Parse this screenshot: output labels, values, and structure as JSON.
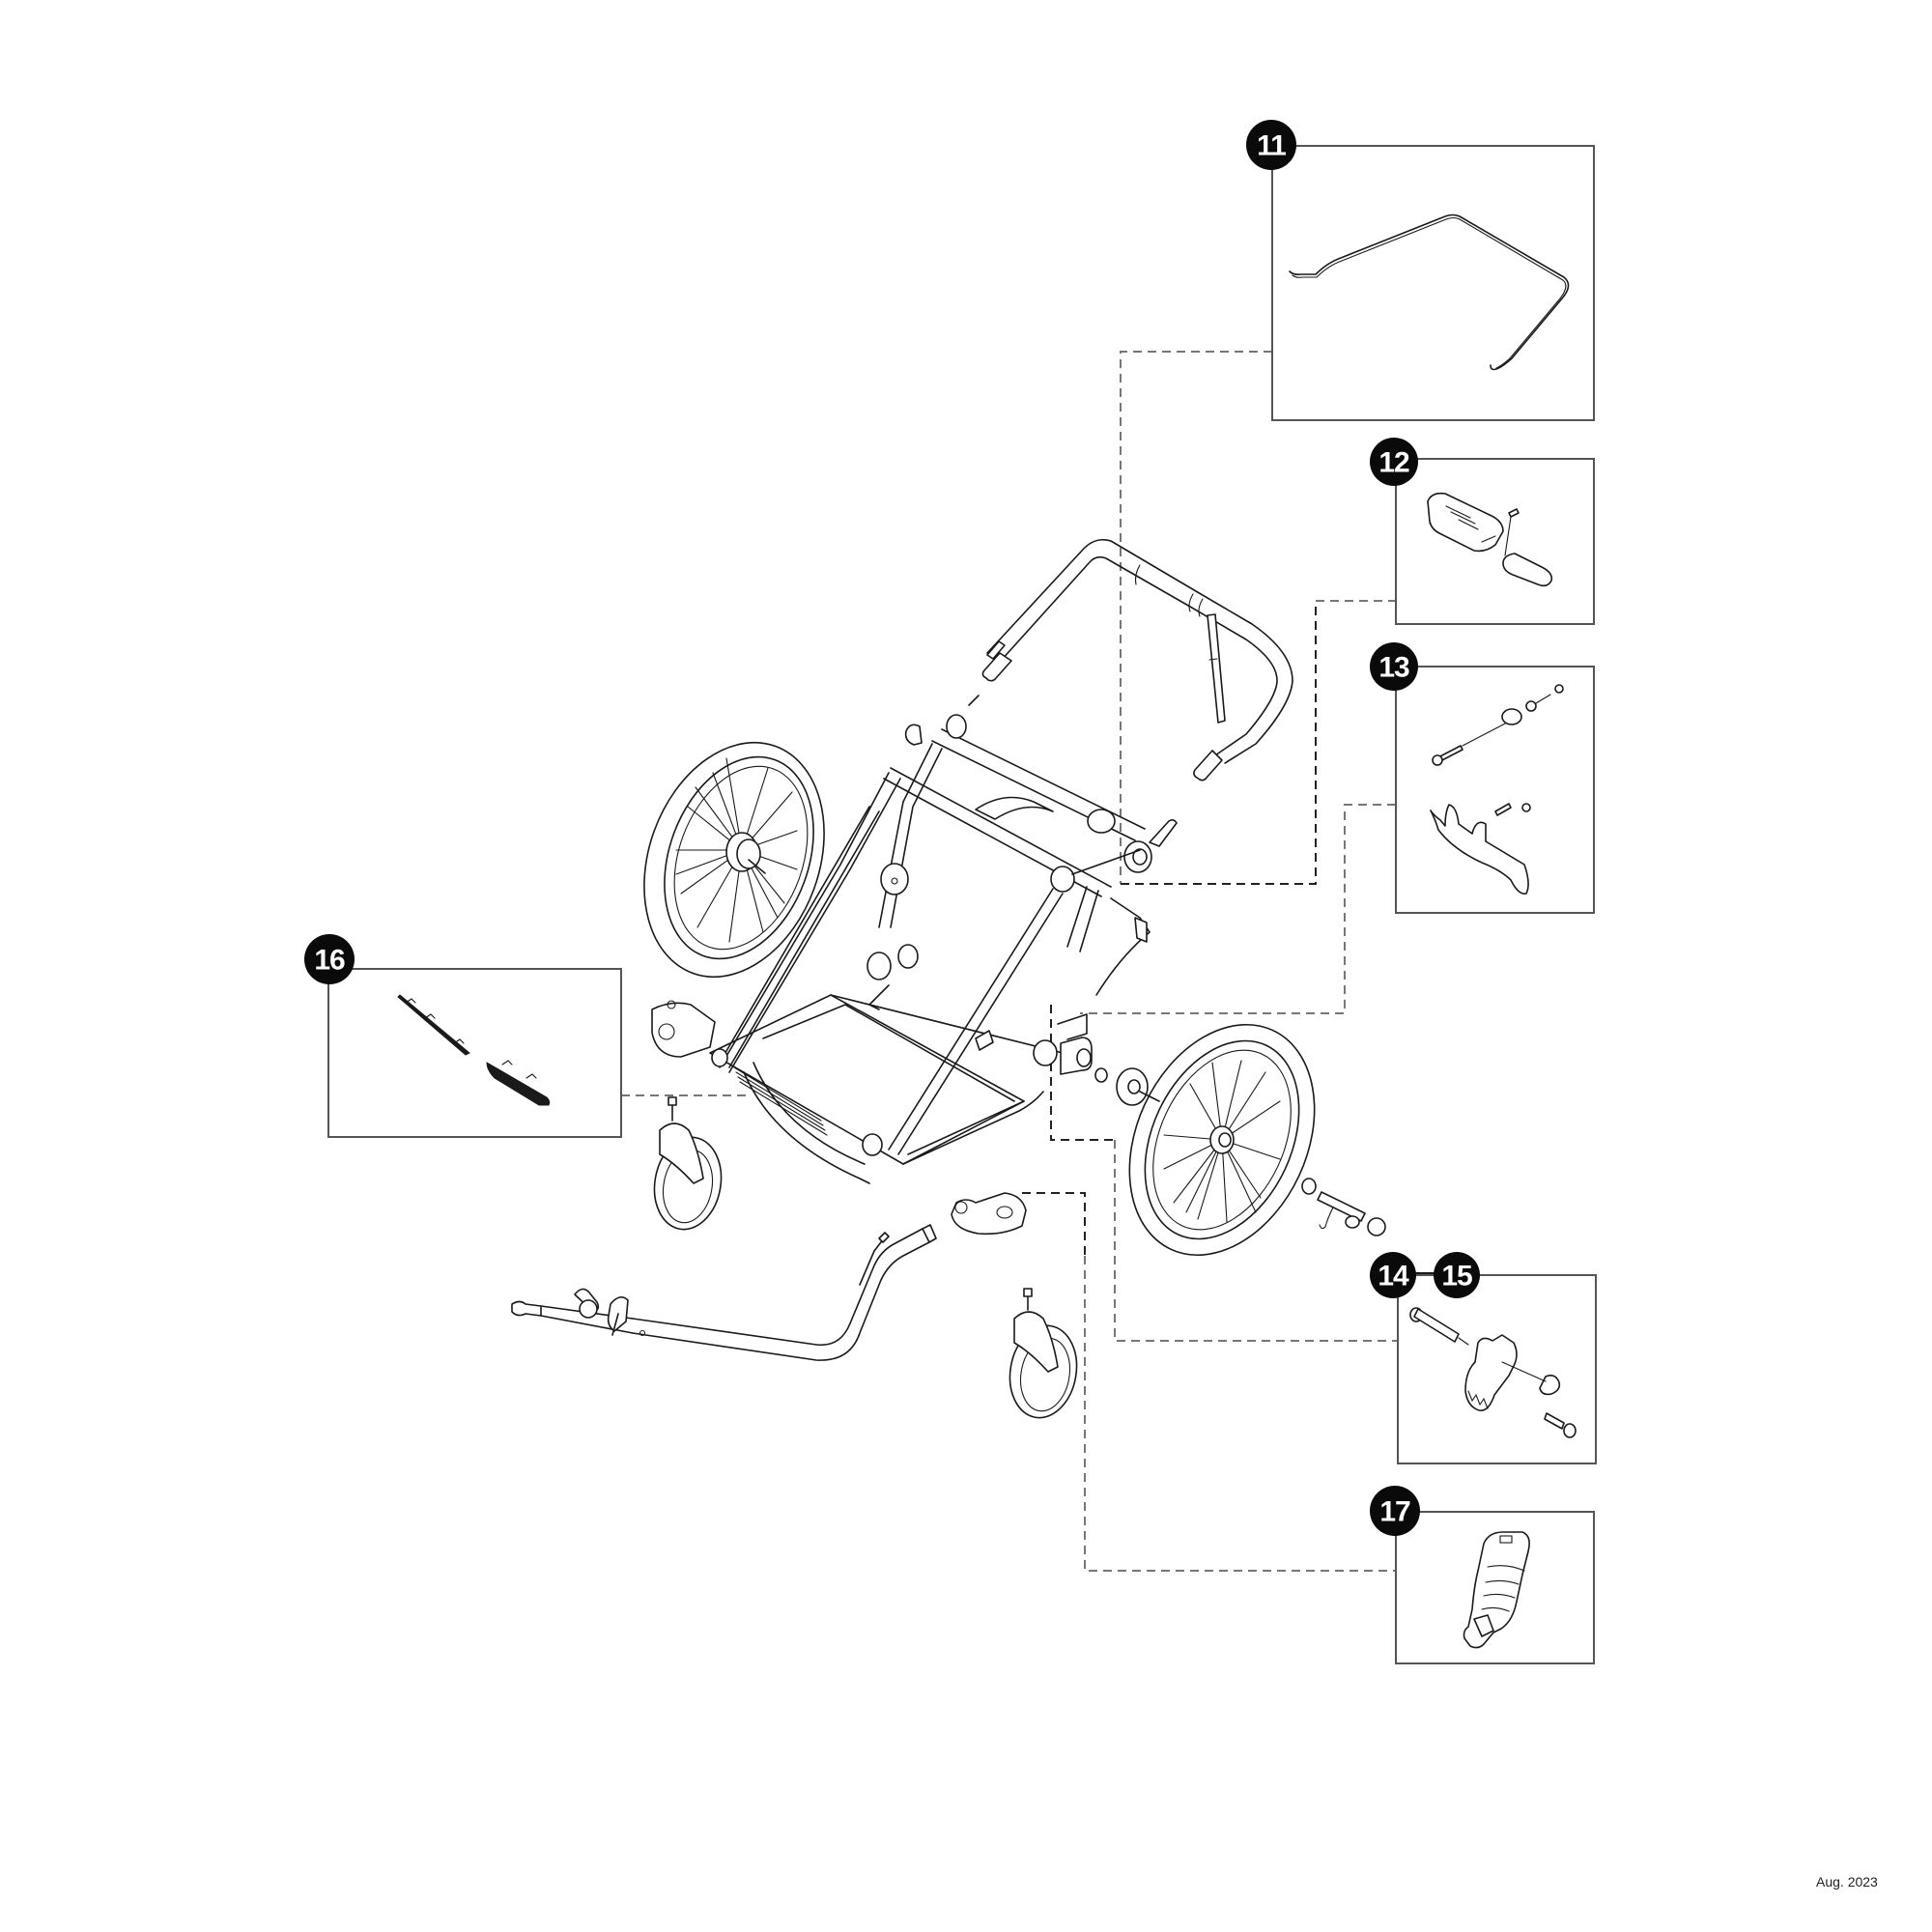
{
  "document": {
    "type": "exploded parts diagram",
    "date": "Aug. 2023"
  },
  "callouts": [
    {
      "number": "11",
      "part": "wire-frame"
    },
    {
      "number": "12",
      "part": "strap-buckle"
    },
    {
      "number": "13",
      "part": "axle-bolt-and-bracket"
    },
    {
      "number": "14",
      "part": "hitch-pin"
    },
    {
      "number": "15",
      "part": "hitch-clamp"
    },
    {
      "number": "16",
      "part": "reflector-pair"
    },
    {
      "number": "17",
      "part": "grip-handle"
    }
  ],
  "colors": {
    "badge": "#0a0a0a",
    "badge_text": "#ffffff",
    "line_art": "#1a1a1a",
    "leader": "#777777"
  }
}
